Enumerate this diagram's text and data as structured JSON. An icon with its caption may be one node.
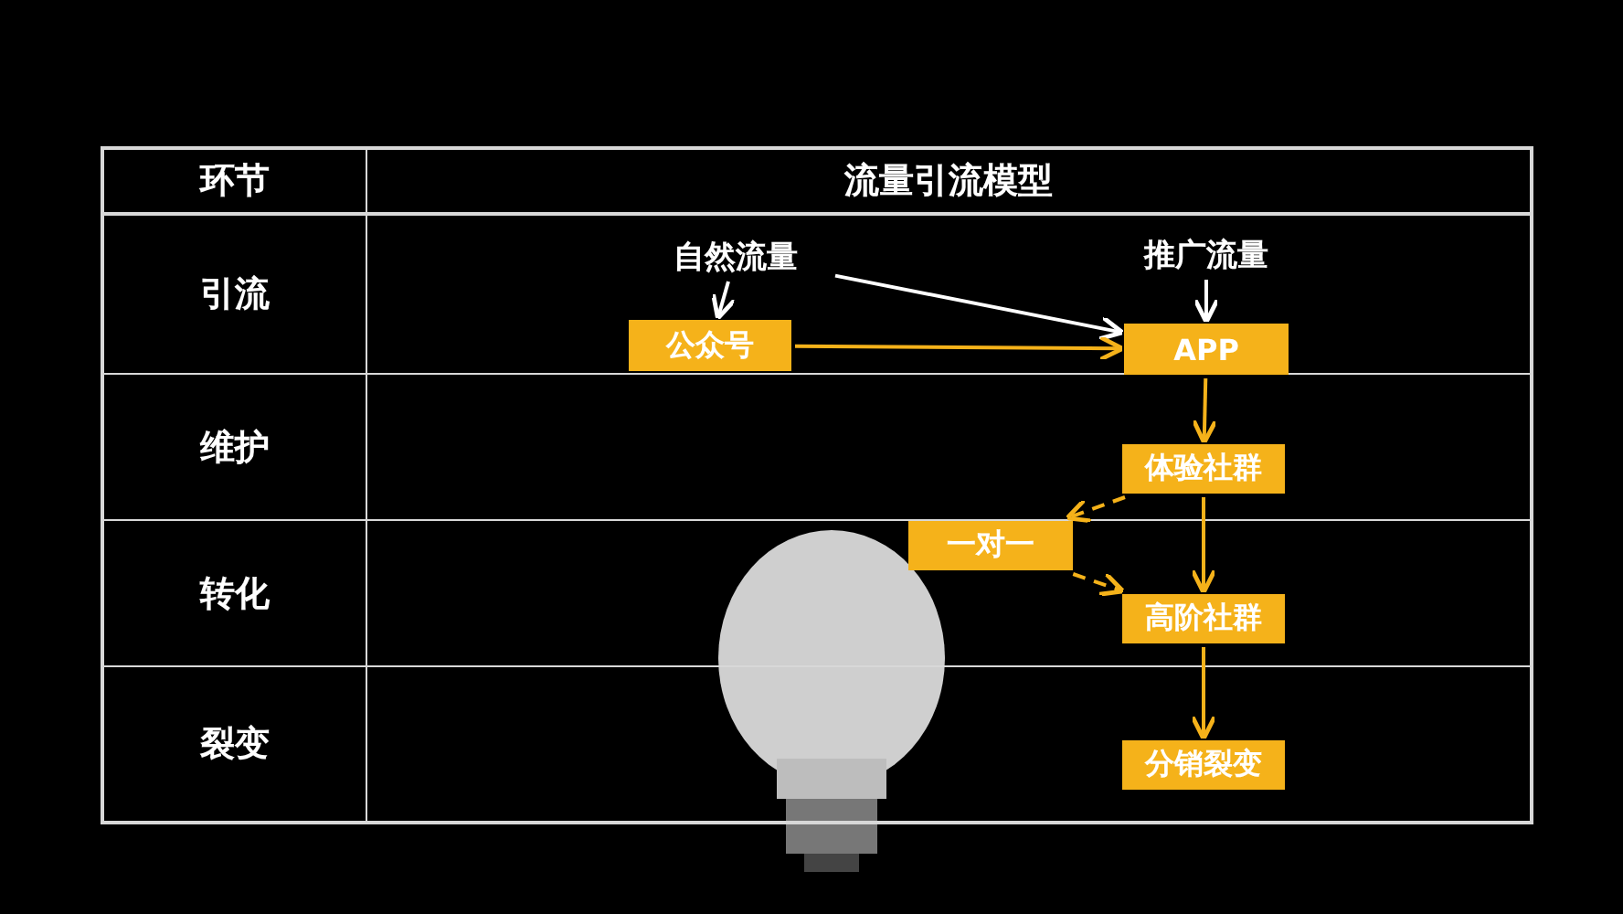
{
  "diagram": {
    "nodes": [
      {
        "text": [
          "自然流量"
        ]
      },
      {
        "text": [
          "推广流量"
        ]
      },
      {
        "text": [
          "公众号"
        ]
      },
      {
        "text": [
          "APP"
        ]
      },
      {
        "text": [
          "体验社群"
        ]
      },
      {
        "text": [
          "一对一"
        ]
      },
      {
        "text": [
          "高阶社群"
        ]
      },
      {
        "text": [
          "分销裂变"
        ]
      }
    ],
    "edges": [
      {
        "from": 0,
        "to": 2,
        "arrow": "to",
        "color": "#ffffff"
      },
      {
        "from": 0,
        "to": 3,
        "arrow": "to",
        "color": "#ffffff"
      },
      {
        "from": 1,
        "to": 3,
        "arrow": "to",
        "color": "#ffffff"
      },
      {
        "from": 2,
        "to": 3,
        "arrow": "to"
      },
      {
        "from": 3,
        "to": 4,
        "arrow": "to"
      },
      {
        "from": 4,
        "to": 5,
        "arrow": "to",
        "style": "dashed"
      },
      {
        "from": 4,
        "to": 6,
        "arrow": "to"
      },
      {
        "from": 5,
        "to": 6,
        "arrow": "to",
        "style": "dashed"
      },
      {
        "from": 6,
        "to": 7,
        "arrow": "to"
      }
    ],
    "labels": [
      "环节",
      "流量引流模型",
      "引流",
      "维护",
      "转化",
      "裂变"
    ]
  }
}
